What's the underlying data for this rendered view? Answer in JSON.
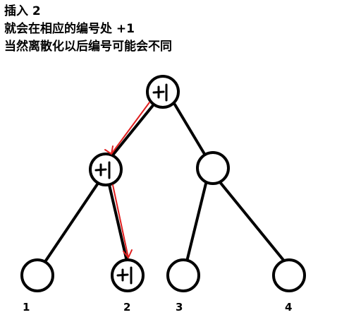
{
  "caption": {
    "line1": "插入 2",
    "line2": "就会在相应的编号处 +1",
    "line3": "当然离散化以后编号可能会不同"
  },
  "tree": {
    "leaf_labels": [
      "1",
      "2",
      "3",
      "4"
    ],
    "marked_nodes": [
      "root",
      "left-child",
      "leaf-2"
    ],
    "arrow_path": [
      "root",
      "left-child",
      "leaf-2"
    ]
  },
  "colors": {
    "stroke": "#000000",
    "arrow": "#e02020",
    "background": "#ffffff"
  }
}
